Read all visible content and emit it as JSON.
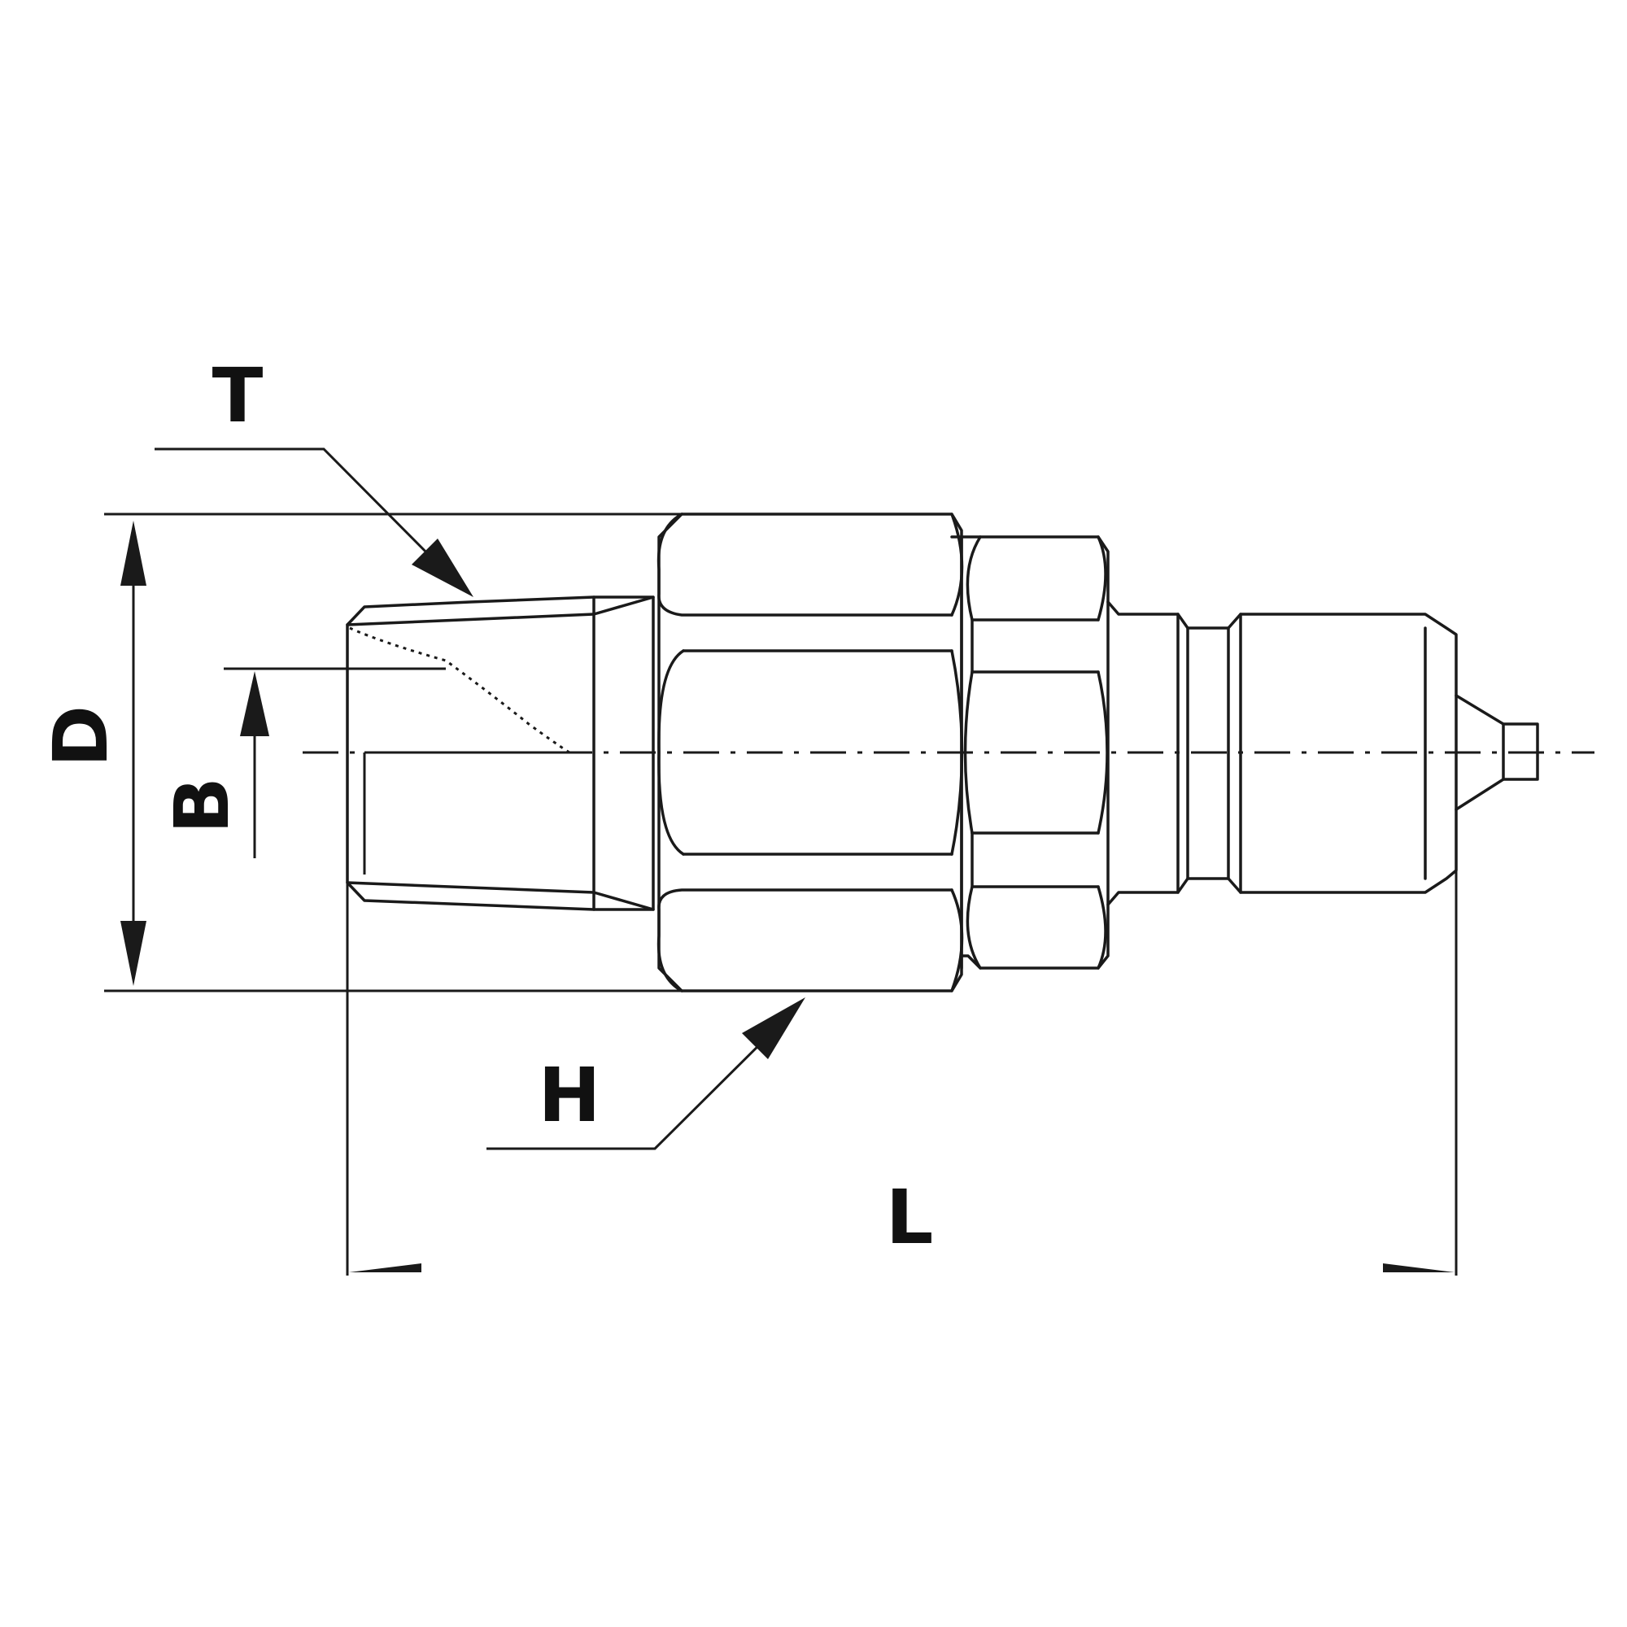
{
  "labels": {
    "thread": "T",
    "diameter": "D",
    "bore": "B",
    "hex": "H",
    "length": "L"
  },
  "colors": {
    "line": "#1a1a1a",
    "background": "#ffffff"
  }
}
